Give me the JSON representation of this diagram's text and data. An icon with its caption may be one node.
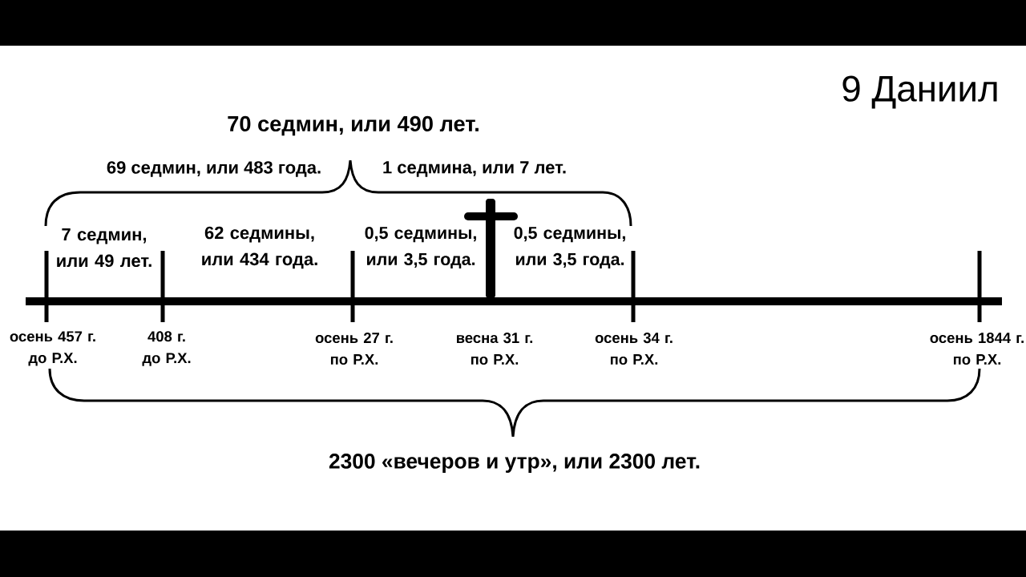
{
  "diagram": {
    "title": "9 Даниил",
    "labels": [
      "70 седмин, или 490 лет.",
      "69 седмин, или 483 года.",
      "1 седмина, или 7 лет.",
      "7 седмин, или 49 лет.",
      "62 седмины, или 434 года.",
      "0,5 седмины, или 3,5 года.",
      "0,5 седмины, или 3,5 года.",
      "осень 457 г. до Р.Х.",
      "408 г. до Р.Х.",
      "осень 27 г. по Р.Х.",
      "весна 31 г. по Р.Х.",
      "осень 34 г. по Р.Х.",
      "осень 1844 г. по Р.Х.",
      "2300 «вечеров и утр», или 2300 лет."
    ]
  }
}
